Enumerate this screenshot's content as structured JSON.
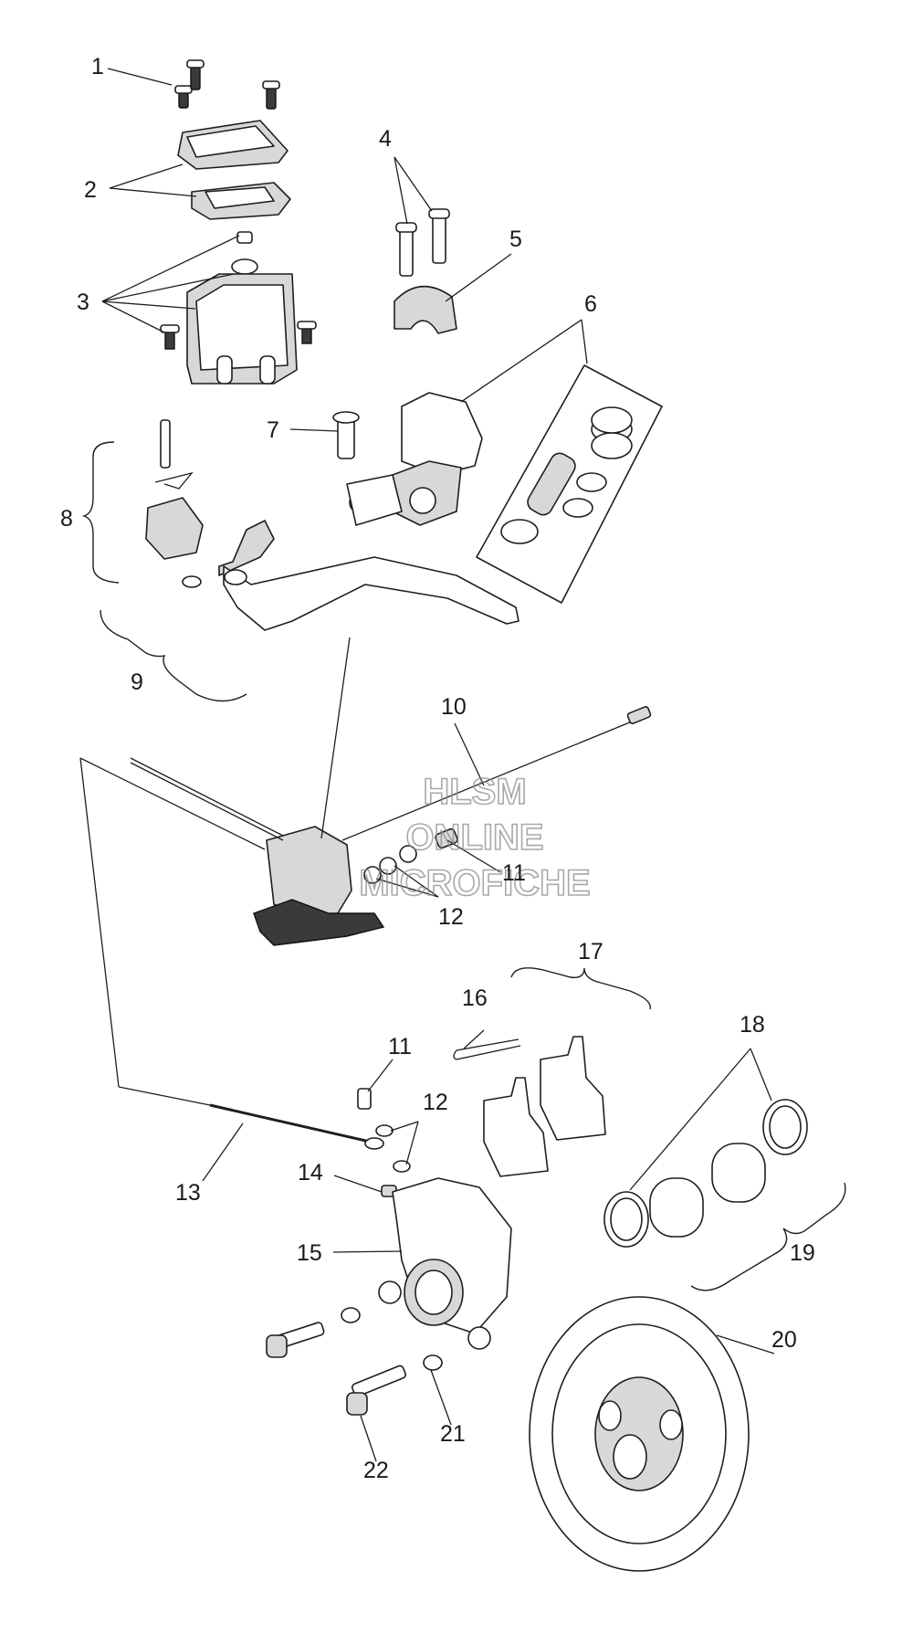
{
  "watermark": {
    "line1": "HLSM",
    "line2": "ONLINE",
    "line3": "MICROFICHE"
  },
  "callouts": {
    "c1": "1",
    "c2": "2",
    "c3": "3",
    "c4": "4",
    "c5": "5",
    "c6": "6",
    "c7": "7",
    "c8": "8",
    "c9": "9",
    "c10": "10",
    "c11a": "11",
    "c12a": "12",
    "c11b": "11",
    "c12b": "12",
    "c13": "13",
    "c14": "14",
    "c15": "15",
    "c16": "16",
    "c17": "17",
    "c18": "18",
    "c19": "19",
    "c20": "20",
    "c21": "21",
    "c22": "22"
  },
  "colors": {
    "line": "#1e1e1e",
    "shade": "#d8d8d8",
    "watermark": "#8c8c8c"
  }
}
